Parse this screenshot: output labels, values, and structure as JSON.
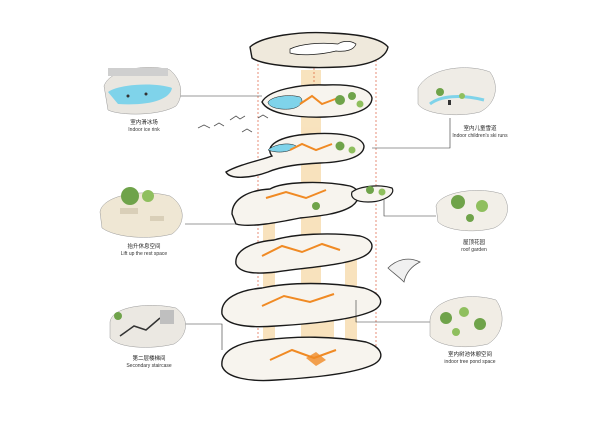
{
  "labels": {
    "ice_rink": {
      "zh": "室内滑冰场",
      "en": "Indoor ice rink"
    },
    "ski_runs": {
      "zh": "室内儿童雪道",
      "en": "Indoor children's ski runs"
    },
    "rest_space": {
      "zh": "抬升休息空间",
      "en": "Lift up the rest space"
    },
    "roof_garden": {
      "zh": "屋顶花园",
      "en": "roof garden"
    },
    "staircase": {
      "zh": "第二层楼梯间",
      "en": "Secondary staircase"
    },
    "tree_pond": {
      "zh": "室内树池休憩空间",
      "en": "indoor tree pond space"
    }
  },
  "colors": {
    "accent_orange": "#f08a24",
    "column_glow": "#f6d9a8",
    "leader": "#d7451f",
    "outline": "#1a1a1a",
    "floor_fill": "#f7f4ee",
    "roof_fill": "#efe9dc",
    "ice_blue": "#7fd3ea",
    "green": "#6fa34a"
  }
}
